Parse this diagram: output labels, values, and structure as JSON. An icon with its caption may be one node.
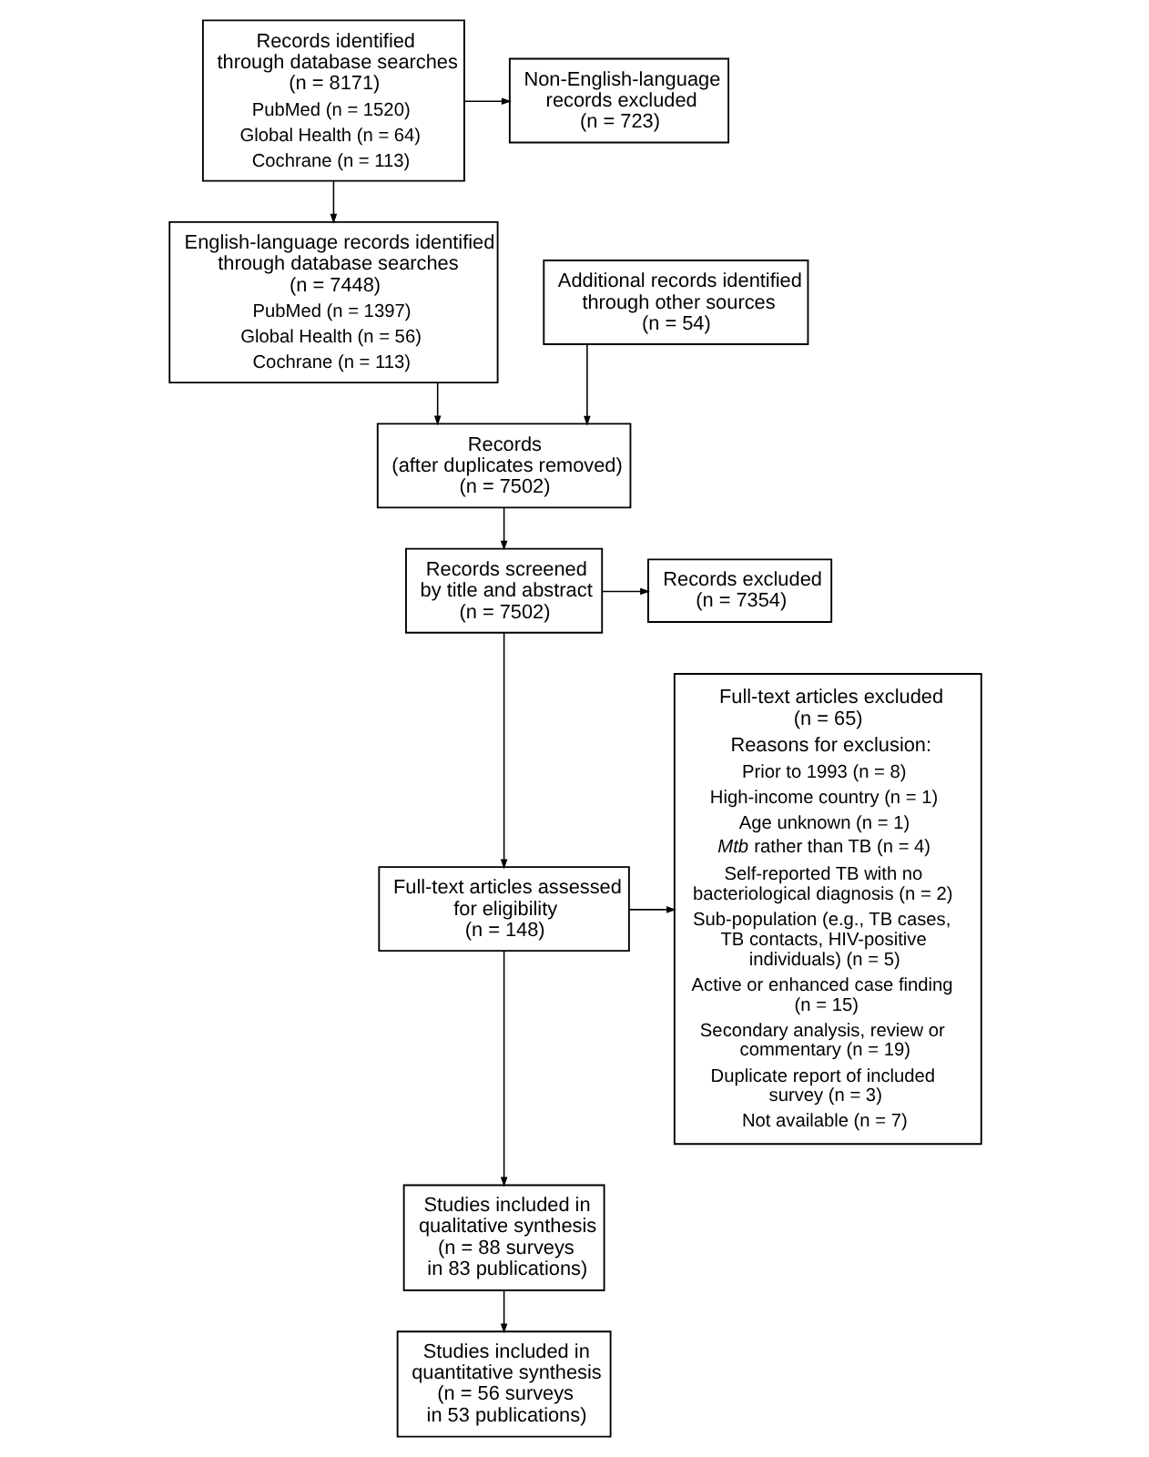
{
  "diagram": {
    "nodes": [
      {
        "text": [
          "Records identified through database searches (n = 8171)",
          "PubMed (n = 1520)",
          "Global Health (n = 64)",
          "Cochrane (n = 113)"
        ]
      },
      {
        "text": [
          "Non-English-language records excluded (n = 723)"
        ]
      },
      {
        "text": [
          "English-language records identified through database searches (n = 7448)",
          "PubMed (n = 1397)",
          "Global Health (n = 56)",
          "Cochrane (n = 113)"
        ]
      },
      {
        "text": [
          "Additional records identified through other sources (n = 54)"
        ]
      },
      {
        "text": [
          "Records (after duplicates removed) (n = 7502)"
        ]
      },
      {
        "text": [
          "Records screened by title and abstract (n = 7502)"
        ]
      },
      {
        "text": [
          "Records excluded (n = 7354)"
        ]
      },
      {
        "text": [
          "Full-text articles assessed for eligibility (n = 148)"
        ]
      },
      {
        "text": [
          "Full-text articles excluded (n = 65)",
          "Reasons for exclusion:",
          "Prior to 1993 (n = 8)",
          "High-income country (n = 1)",
          "Age unknown (n = 1)",
          "*Mtb* rather than TB (n = 4)",
          "Self-reported TB with no bacteriological diagnosis (n = 2)",
          "Sub-population (e.g., TB cases, TB contacts, HIV-positive individuals) (n = 5)",
          "Active or enhanced case finding (n = 15)",
          "Secondary analysis, review or commentary (n = 19)",
          "Duplicate report of included survey (n = 3)",
          "Not available (n = 7)"
        ]
      },
      {
        "text": [
          "Studies included in qualitative synthesis (n = 88 surveys in 83 publications)"
        ]
      },
      {
        "text": [
          "Studies included in quantitative synthesis (n = 56 surveys in 53 publications)"
        ]
      }
    ],
    "edges": [
      {
        "from": 0,
        "to": 1,
        "arrow": "to"
      },
      {
        "from": 0,
        "to": 2,
        "arrow": "to"
      },
      {
        "from": 2,
        "to": 4,
        "arrow": "to"
      },
      {
        "from": 3,
        "to": 4,
        "arrow": "to"
      },
      {
        "from": 4,
        "to": 5,
        "arrow": "to"
      },
      {
        "from": 5,
        "to": 6,
        "arrow": "to"
      },
      {
        "from": 5,
        "to": 7,
        "arrow": "to"
      },
      {
        "from": 7,
        "to": 8,
        "arrow": "to"
      },
      {
        "from": 7,
        "to": 9,
        "arrow": "to"
      },
      {
        "from": 9,
        "to": 10,
        "arrow": "to"
      }
    ]
  }
}
